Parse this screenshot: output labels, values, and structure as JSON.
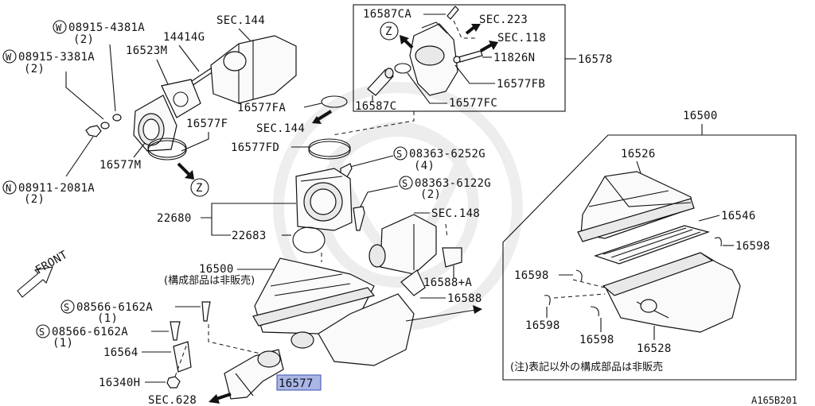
{
  "labels": {
    "w1_code": "08915-4381A",
    "w1_qty": "(2)",
    "w2_code": "08915-3381A",
    "w2_qty": "(2)",
    "n1_code": "08911-2081A",
    "n1_qty": "(2)",
    "p14414g": "14414G",
    "p16523m": "16523M",
    "sec144_top": "SEC.144",
    "p16577f": "16577F",
    "p16577m": "16577M",
    "z_left": "Z",
    "p16587ca": "16587CA",
    "sec223": "SEC.223",
    "sec118": "SEC.118",
    "p11826n": "11826N",
    "p16578": "16578",
    "p16577fb": "16577FB",
    "p16577fc": "16577FC",
    "p16587c": "16587C",
    "z_box": "Z",
    "p16577fa": "16577FA",
    "sec144_mid": "SEC.144",
    "p16577fd": "16577FD",
    "s1_code": "08363-6252G",
    "s1_qty": "(4)",
    "s2_code": "08363-6122G",
    "s2_qty": "(2)",
    "p22680": "22680",
    "p22683": "22683",
    "sec148": "SEC.148",
    "p16588a": "16588+A",
    "p16588": "16588",
    "front": "FRONT",
    "p16500_left": "16500",
    "p16500_note": "(構成部品は非販売)",
    "s3_code": "08566-6162A",
    "s3_qty": "(1)",
    "s4_code": "08566-6162A",
    "s4_qty": "(1)",
    "p16564": "16564",
    "p16340h": "16340H",
    "sec628": "SEC.628",
    "p16577_hl": "16577",
    "p16500_right": "16500",
    "p16526": "16526",
    "p16546": "16546",
    "p16598_a": "16598",
    "p16598_b": "16598",
    "p16598_c": "16598",
    "p16598_d": "16598",
    "p16528": "16528",
    "note": "(注)表記以外の構成部品は非販売",
    "figure_id": "A165B201",
    "w_sym": "W",
    "n_sym": "N",
    "s_sym": "S"
  }
}
